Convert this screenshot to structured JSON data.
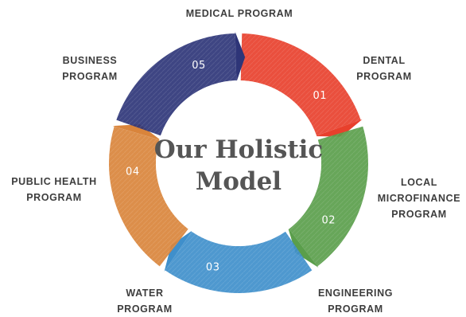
{
  "center_title": {
    "line1": "Our Holistic",
    "line2": "Model"
  },
  "segments": [
    {
      "number": "01",
      "color": "#e8402c",
      "icon": "dental-photo"
    },
    {
      "number": "02",
      "color": "#5a9e4b",
      "icon": "microfinance-photo"
    },
    {
      "number": "03",
      "color": "#3f8fcb",
      "icon": "water-photo"
    },
    {
      "number": "04",
      "color": "#d9843b",
      "icon": "public-health-photo"
    },
    {
      "number": "05",
      "color": "#2e3578",
      "icon": "business-photo"
    }
  ],
  "labels": {
    "medical": [
      "MEDICAL PROGRAM"
    ],
    "dental": [
      "DENTAL",
      "PROGRAM"
    ],
    "microfinance": [
      "LOCAL",
      "MICROFINANCE",
      "PROGRAM"
    ],
    "engineering": [
      "ENGINEERING",
      "PROGRAM"
    ],
    "water": [
      "WATER",
      "PROGRAM"
    ],
    "public_health": [
      "PUBLIC HEALTH",
      "PROGRAM"
    ],
    "business": [
      "BUSINESS",
      "PROGRAM"
    ]
  }
}
